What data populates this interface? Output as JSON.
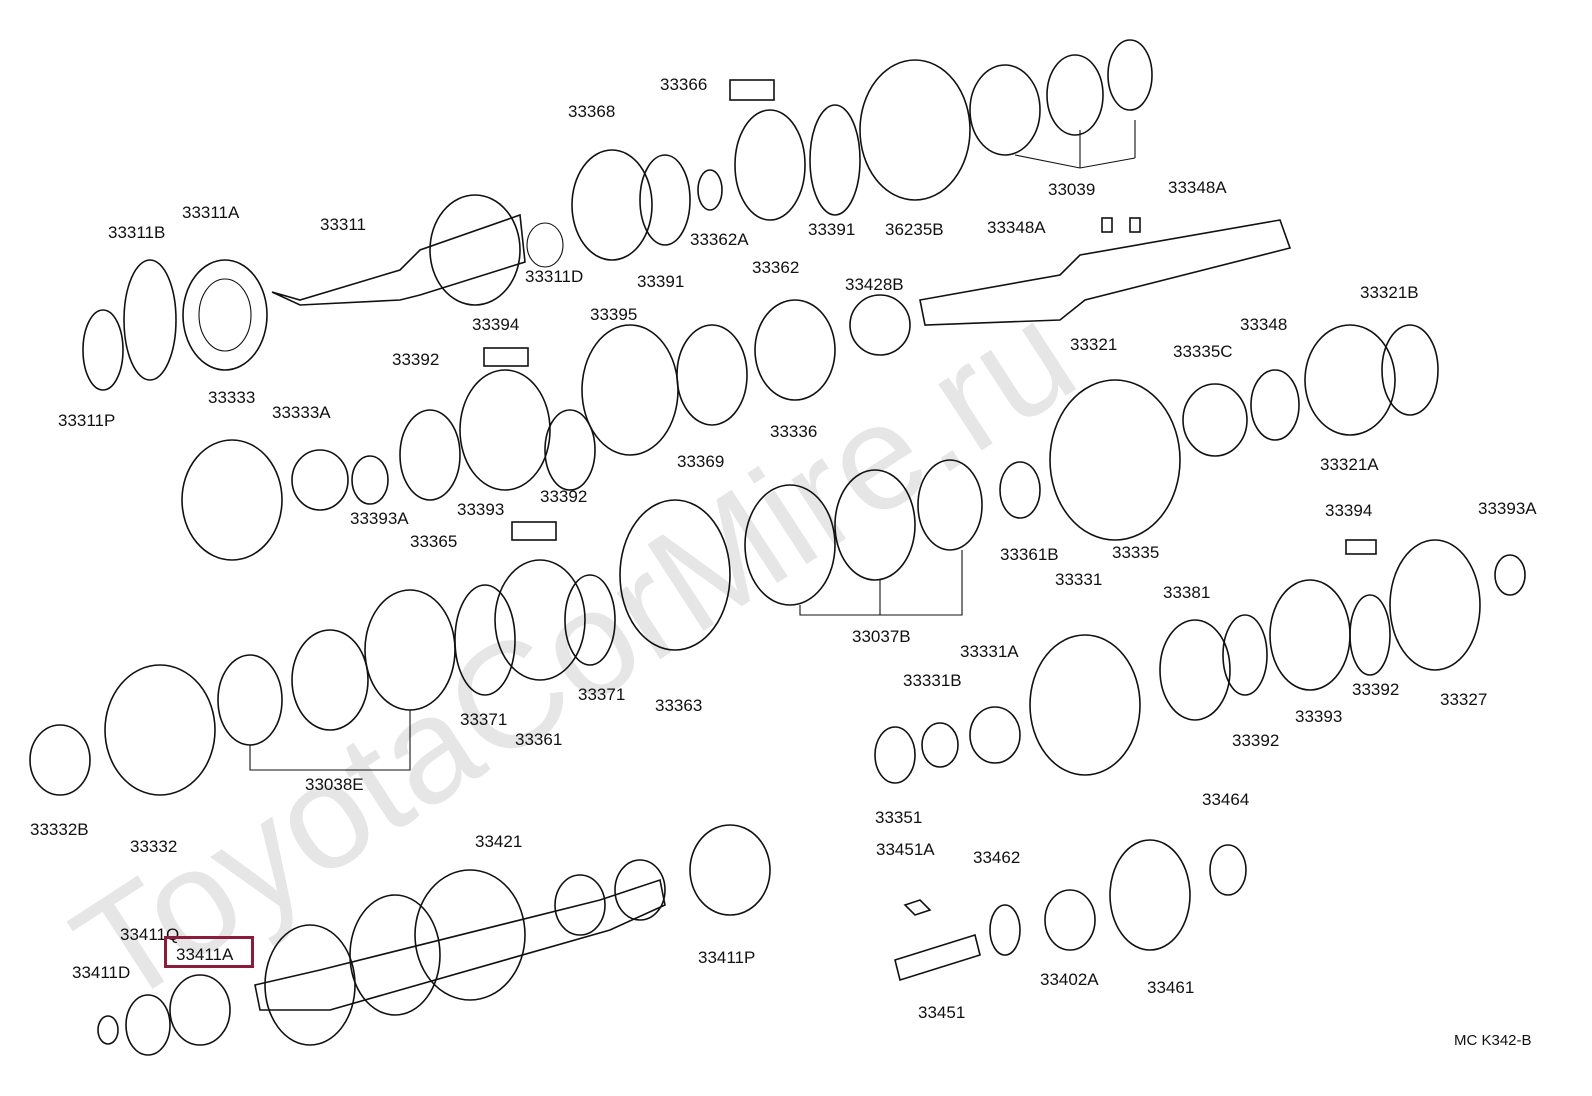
{
  "watermark": "ToyotaCorMire.ru",
  "highlight_color": "#8b1c3a",
  "highlighted_part": "33411A",
  "corner_code": "MC K342-B",
  "parts": [
    {
      "id": "lbl-33366",
      "text": "33366"
    },
    {
      "id": "lbl-33368",
      "text": "33368"
    },
    {
      "id": "lbl-33311A",
      "text": "33311A"
    },
    {
      "id": "lbl-33311B",
      "text": "33311B"
    },
    {
      "id": "lbl-33311",
      "text": "33311"
    },
    {
      "id": "lbl-33311D",
      "text": "33311D"
    },
    {
      "id": "lbl-33391a",
      "text": "33391"
    },
    {
      "id": "lbl-33362A",
      "text": "33362A"
    },
    {
      "id": "lbl-33362",
      "text": "33362"
    },
    {
      "id": "lbl-33391b",
      "text": "33391"
    },
    {
      "id": "lbl-36235B",
      "text": "36235B"
    },
    {
      "id": "lbl-33039",
      "text": "33039"
    },
    {
      "id": "lbl-33348Aa",
      "text": "33348A"
    },
    {
      "id": "lbl-33348Ab",
      "text": "33348A"
    },
    {
      "id": "lbl-33311P",
      "text": "33311P"
    },
    {
      "id": "lbl-33394a",
      "text": "33394"
    },
    {
      "id": "lbl-33395",
      "text": "33395"
    },
    {
      "id": "lbl-33428B",
      "text": "33428B"
    },
    {
      "id": "lbl-33321",
      "text": "33321"
    },
    {
      "id": "lbl-33321B",
      "text": "33321B"
    },
    {
      "id": "lbl-33392a",
      "text": "33392"
    },
    {
      "id": "lbl-33333",
      "text": "33333"
    },
    {
      "id": "lbl-33333A",
      "text": "33333A"
    },
    {
      "id": "lbl-33335C",
      "text": "33335C"
    },
    {
      "id": "lbl-33348",
      "text": "33348"
    },
    {
      "id": "lbl-33336",
      "text": "33336"
    },
    {
      "id": "lbl-33369",
      "text": "33369"
    },
    {
      "id": "lbl-33392b",
      "text": "33392"
    },
    {
      "id": "lbl-33393a",
      "text": "33393"
    },
    {
      "id": "lbl-33393A",
      "text": "33393A"
    },
    {
      "id": "lbl-33321A",
      "text": "33321A"
    },
    {
      "id": "lbl-33365",
      "text": "33365"
    },
    {
      "id": "lbl-33361B",
      "text": "33361B"
    },
    {
      "id": "lbl-33335",
      "text": "33335"
    },
    {
      "id": "lbl-33394b",
      "text": "33394"
    },
    {
      "id": "lbl-33393Ab",
      "text": "33393A"
    },
    {
      "id": "lbl-33331",
      "text": "33331"
    },
    {
      "id": "lbl-33381",
      "text": "33381"
    },
    {
      "id": "lbl-33037B",
      "text": "33037B"
    },
    {
      "id": "lbl-33331A",
      "text": "33331A"
    },
    {
      "id": "lbl-33331B",
      "text": "33331B"
    },
    {
      "id": "lbl-33371a",
      "text": "33371"
    },
    {
      "id": "lbl-33371b",
      "text": "33371"
    },
    {
      "id": "lbl-33363",
      "text": "33363"
    },
    {
      "id": "lbl-33361",
      "text": "33361"
    },
    {
      "id": "lbl-33392c",
      "text": "33392"
    },
    {
      "id": "lbl-33393b",
      "text": "33393"
    },
    {
      "id": "lbl-33392d",
      "text": "33392"
    },
    {
      "id": "lbl-33327",
      "text": "33327"
    },
    {
      "id": "lbl-33038E",
      "text": "33038E"
    },
    {
      "id": "lbl-33351",
      "text": "33351"
    },
    {
      "id": "lbl-33332B",
      "text": "33332B"
    },
    {
      "id": "lbl-33332",
      "text": "33332"
    },
    {
      "id": "lbl-33464",
      "text": "33464"
    },
    {
      "id": "lbl-33421",
      "text": "33421"
    },
    {
      "id": "lbl-33451A",
      "text": "33451A"
    },
    {
      "id": "lbl-33462",
      "text": "33462"
    },
    {
      "id": "lbl-33411Q",
      "text": "33411Q"
    },
    {
      "id": "lbl-33411A",
      "text": "33411A"
    },
    {
      "id": "lbl-33411D",
      "text": "33411D"
    },
    {
      "id": "lbl-33411P",
      "text": "33411P"
    },
    {
      "id": "lbl-33402A",
      "text": "33402A"
    },
    {
      "id": "lbl-33461",
      "text": "33461"
    },
    {
      "id": "lbl-33451",
      "text": "33451"
    }
  ]
}
